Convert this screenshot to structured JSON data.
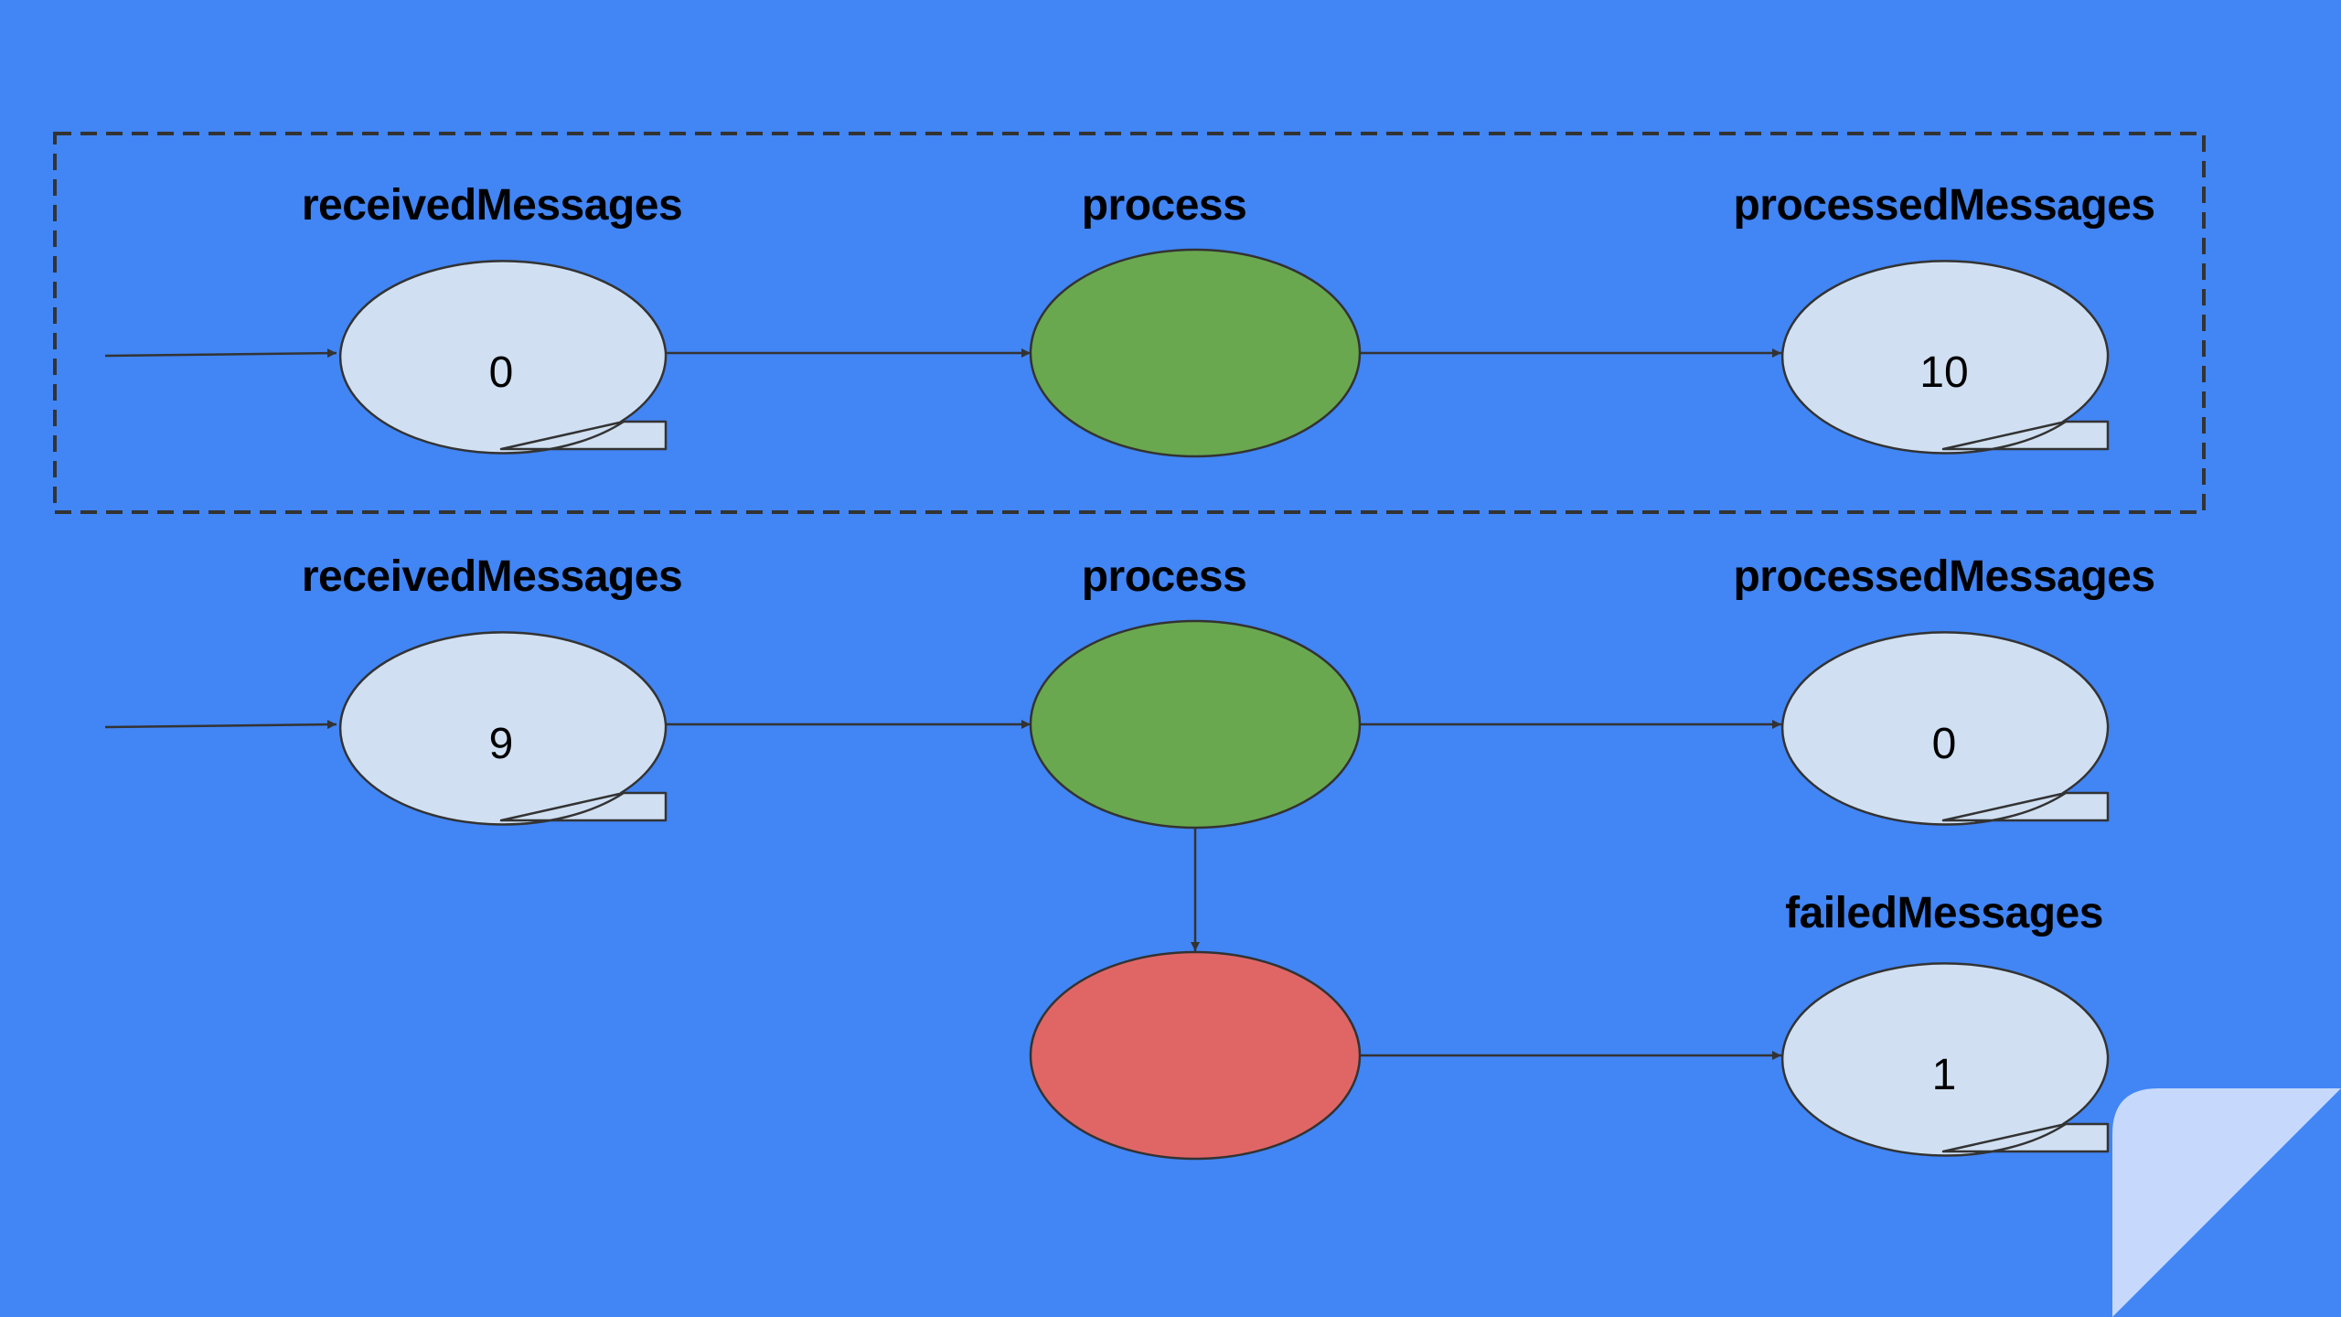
{
  "colors": {
    "background": "#4285f4",
    "queue_fill": "#d0e0f2",
    "process_ok_fill": "#6aa84f",
    "process_failed_fill": "#e06666",
    "page_curl": "#c6d9fc",
    "stroke": "#333333"
  },
  "rows": [
    {
      "highlighted": true,
      "received": {
        "label": "receivedMessages",
        "count": "0"
      },
      "process": {
        "label": "process"
      },
      "processed": {
        "label": "processedMessages",
        "count": "10"
      }
    },
    {
      "highlighted": false,
      "received": {
        "label": "receivedMessages",
        "count": "9"
      },
      "process": {
        "label": "process"
      },
      "processed": {
        "label": "processedMessages",
        "count": "0"
      },
      "failed": {
        "label": "failedMessages",
        "count": "1"
      }
    }
  ]
}
